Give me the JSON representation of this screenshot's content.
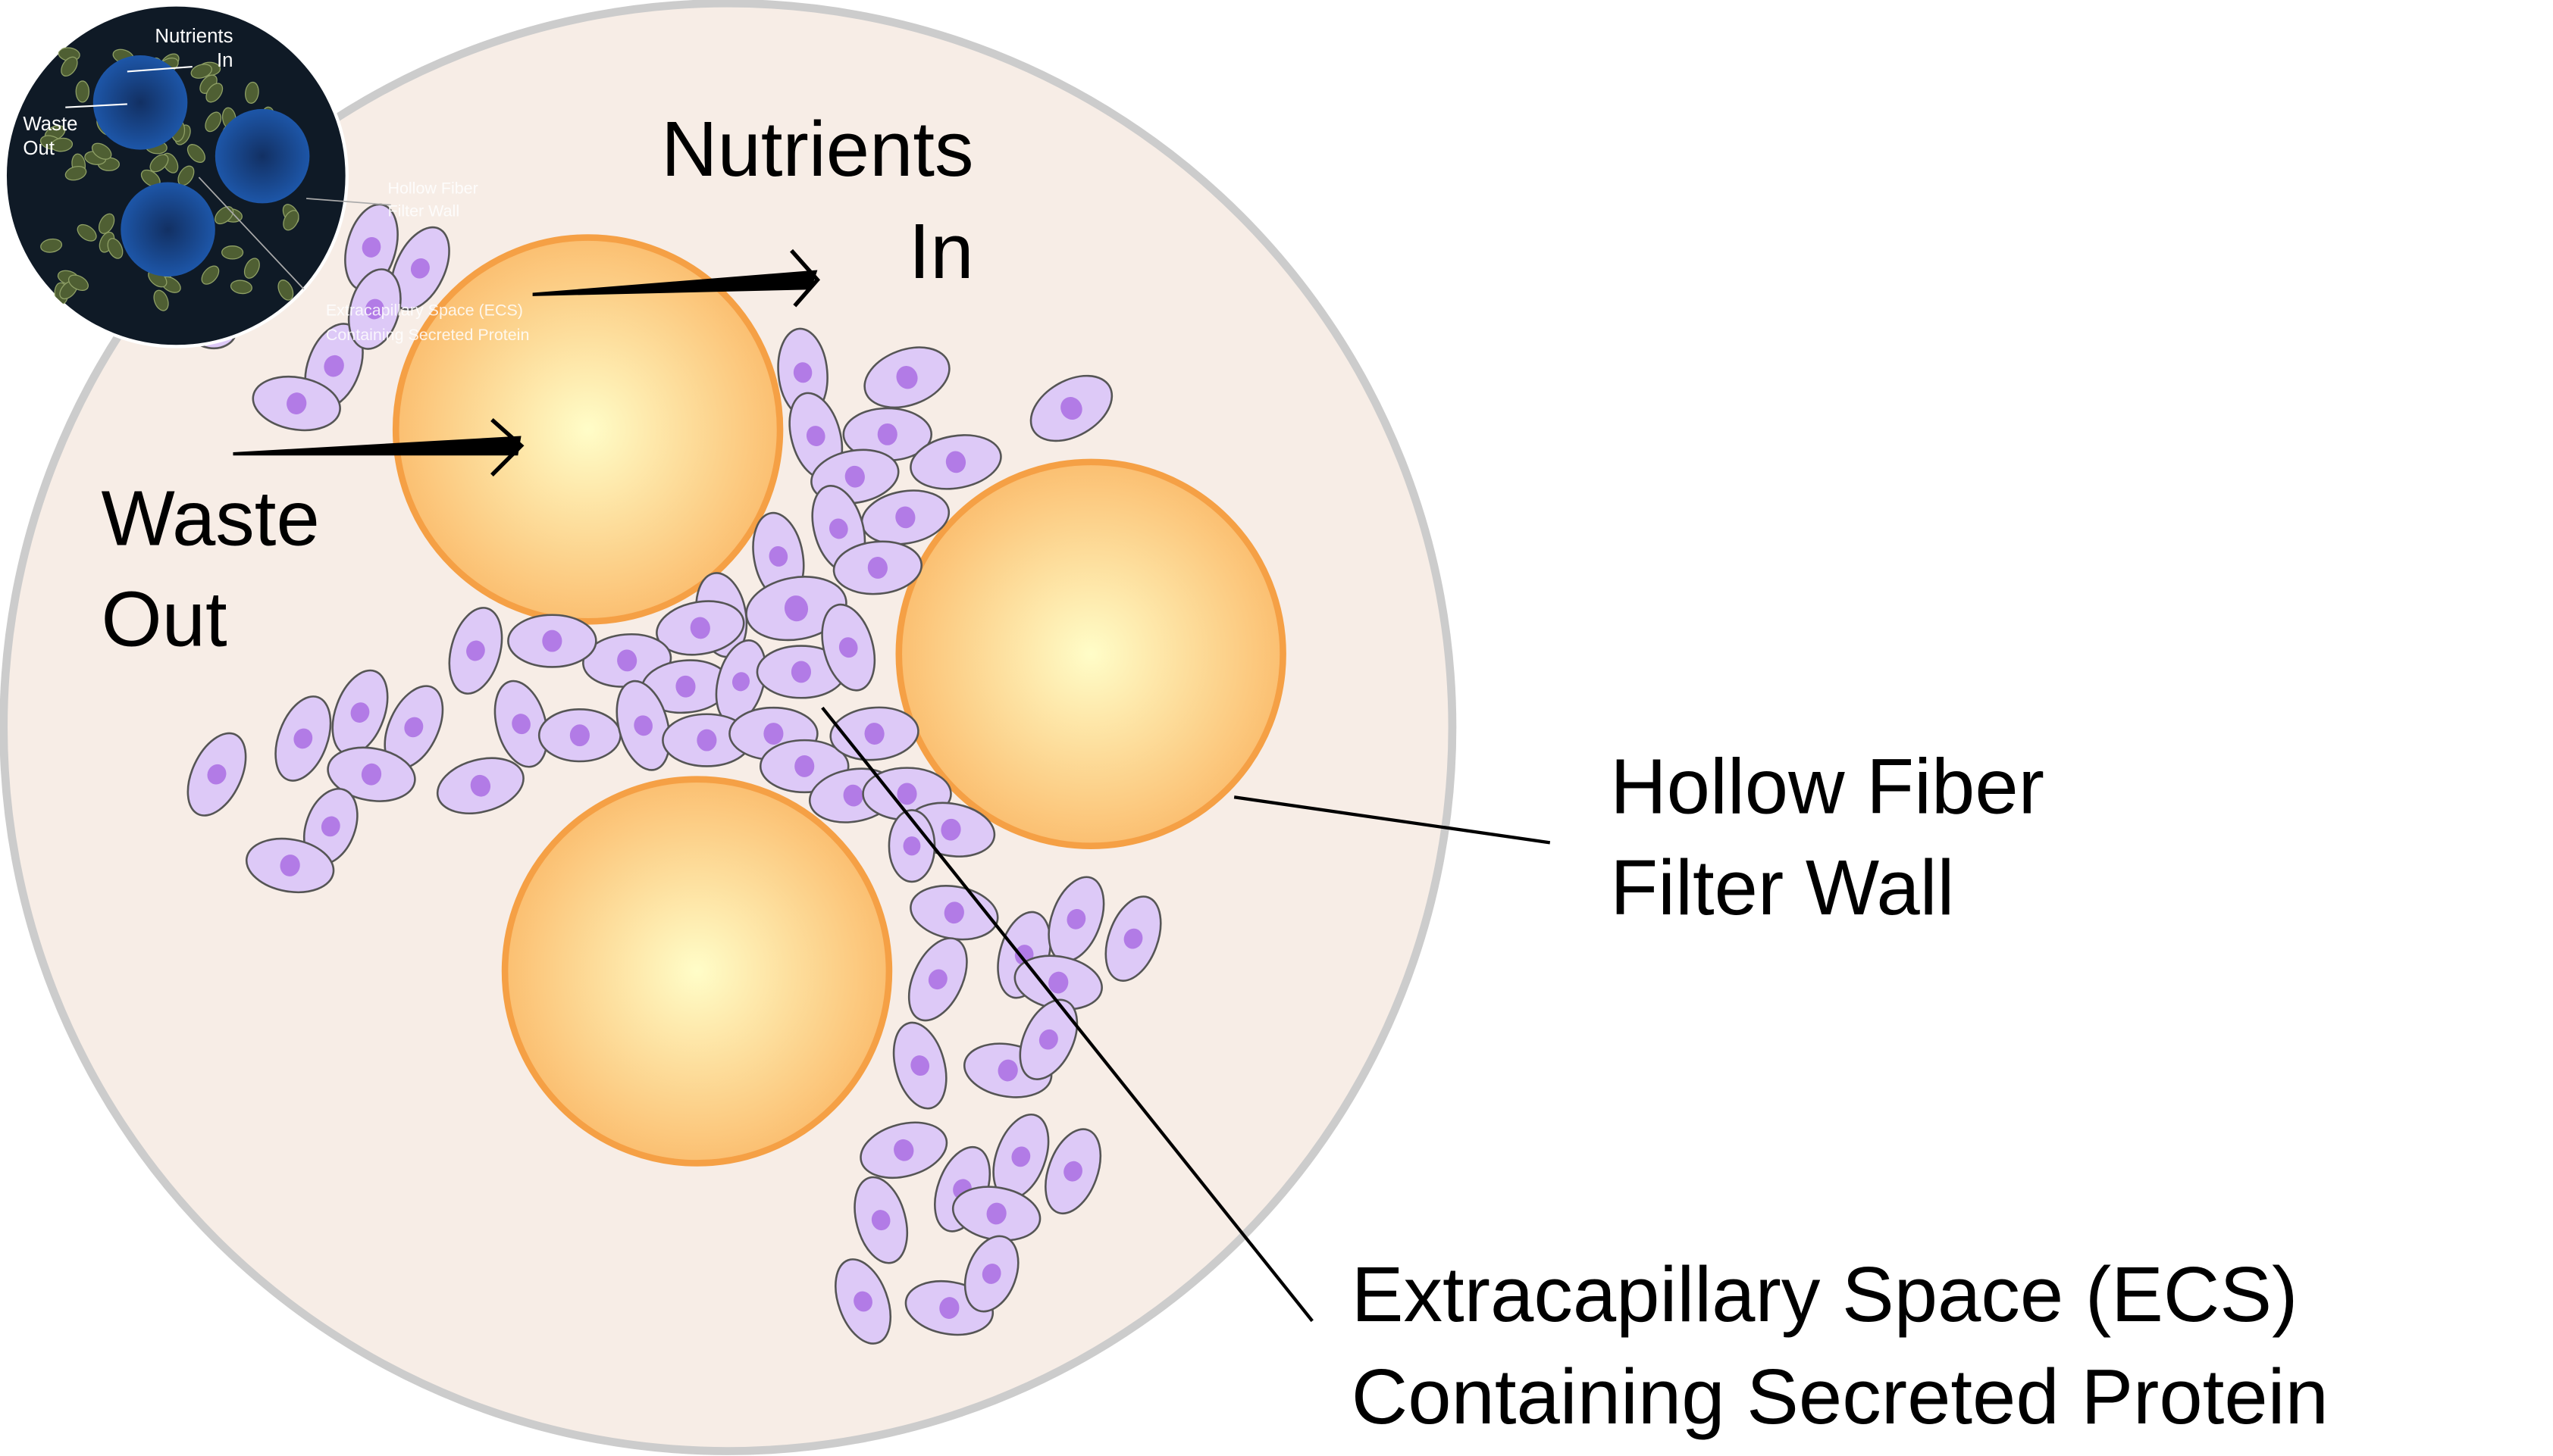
{
  "labels": {
    "nutrients_line1": "Nutrients",
    "nutrients_line2": "In",
    "waste_line1": "Waste",
    "waste_line2": "Out",
    "fiber_line1": "Hollow Fiber",
    "fiber_line2": "Filter Wall",
    "ecs_line1": "Extracapillary Space (ECS)",
    "ecs_line2": "Containing Secreted Protein"
  },
  "inset": {
    "nutrients_line1": "Nutrients",
    "nutrients_line2": "In",
    "waste_line1": "Waste",
    "waste_line2": "Out",
    "fiber_line1": "Hollow Fiber",
    "fiber_line2": "Filter Wall",
    "ecs_line1": "Extracapillary Space (ECS)",
    "ecs_line2": "Containing Secreted Protein"
  },
  "colors": {
    "background_disc": "#f7ede6",
    "disc_border": "#cccccc",
    "fiber_fill_center": "#fffdc8",
    "fiber_fill_edge": "#fbbf71",
    "fiber_border": "#f5a045",
    "cell_fill": "#ddc9f7",
    "cell_border": "#555555",
    "nucleus": "#b27be6",
    "inset_bg": "#0f1a26",
    "inset_fiber": "#1d4e9a",
    "inset_cell": "#5b6b3e",
    "text": "#000000",
    "inset_text": "#ffffff"
  }
}
